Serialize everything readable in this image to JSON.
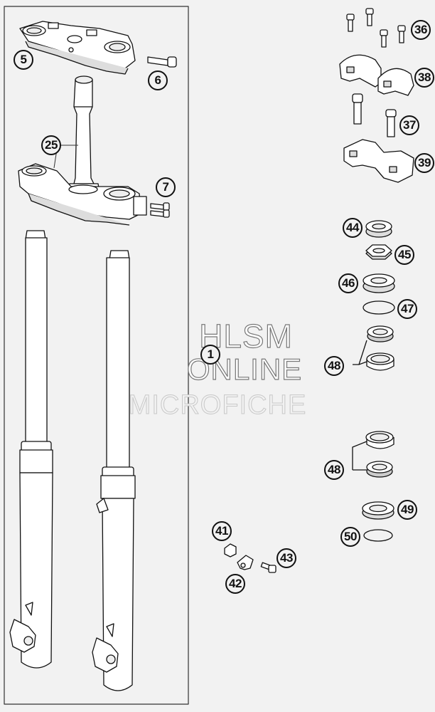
{
  "watermark": {
    "line1": "HLSM",
    "line2": "ONLINE",
    "line3": "MICROFICHE"
  },
  "callouts": [
    {
      "id": "callout-5",
      "label": "5"
    },
    {
      "id": "callout-6",
      "label": "6"
    },
    {
      "id": "callout-25",
      "label": "25"
    },
    {
      "id": "callout-7",
      "label": "7"
    },
    {
      "id": "callout-1",
      "label": "1"
    },
    {
      "id": "callout-36",
      "label": "36"
    },
    {
      "id": "callout-38",
      "label": "38"
    },
    {
      "id": "callout-37",
      "label": "37"
    },
    {
      "id": "callout-39",
      "label": "39"
    },
    {
      "id": "callout-44",
      "label": "44"
    },
    {
      "id": "callout-45",
      "label": "45"
    },
    {
      "id": "callout-46",
      "label": "46"
    },
    {
      "id": "callout-47",
      "label": "47"
    },
    {
      "id": "callout-48a",
      "label": "48"
    },
    {
      "id": "callout-48b",
      "label": "48"
    },
    {
      "id": "callout-49",
      "label": "49"
    },
    {
      "id": "callout-50",
      "label": "50"
    },
    {
      "id": "callout-41",
      "label": "41"
    },
    {
      "id": "callout-42",
      "label": "42"
    },
    {
      "id": "callout-43",
      "label": "43"
    }
  ]
}
